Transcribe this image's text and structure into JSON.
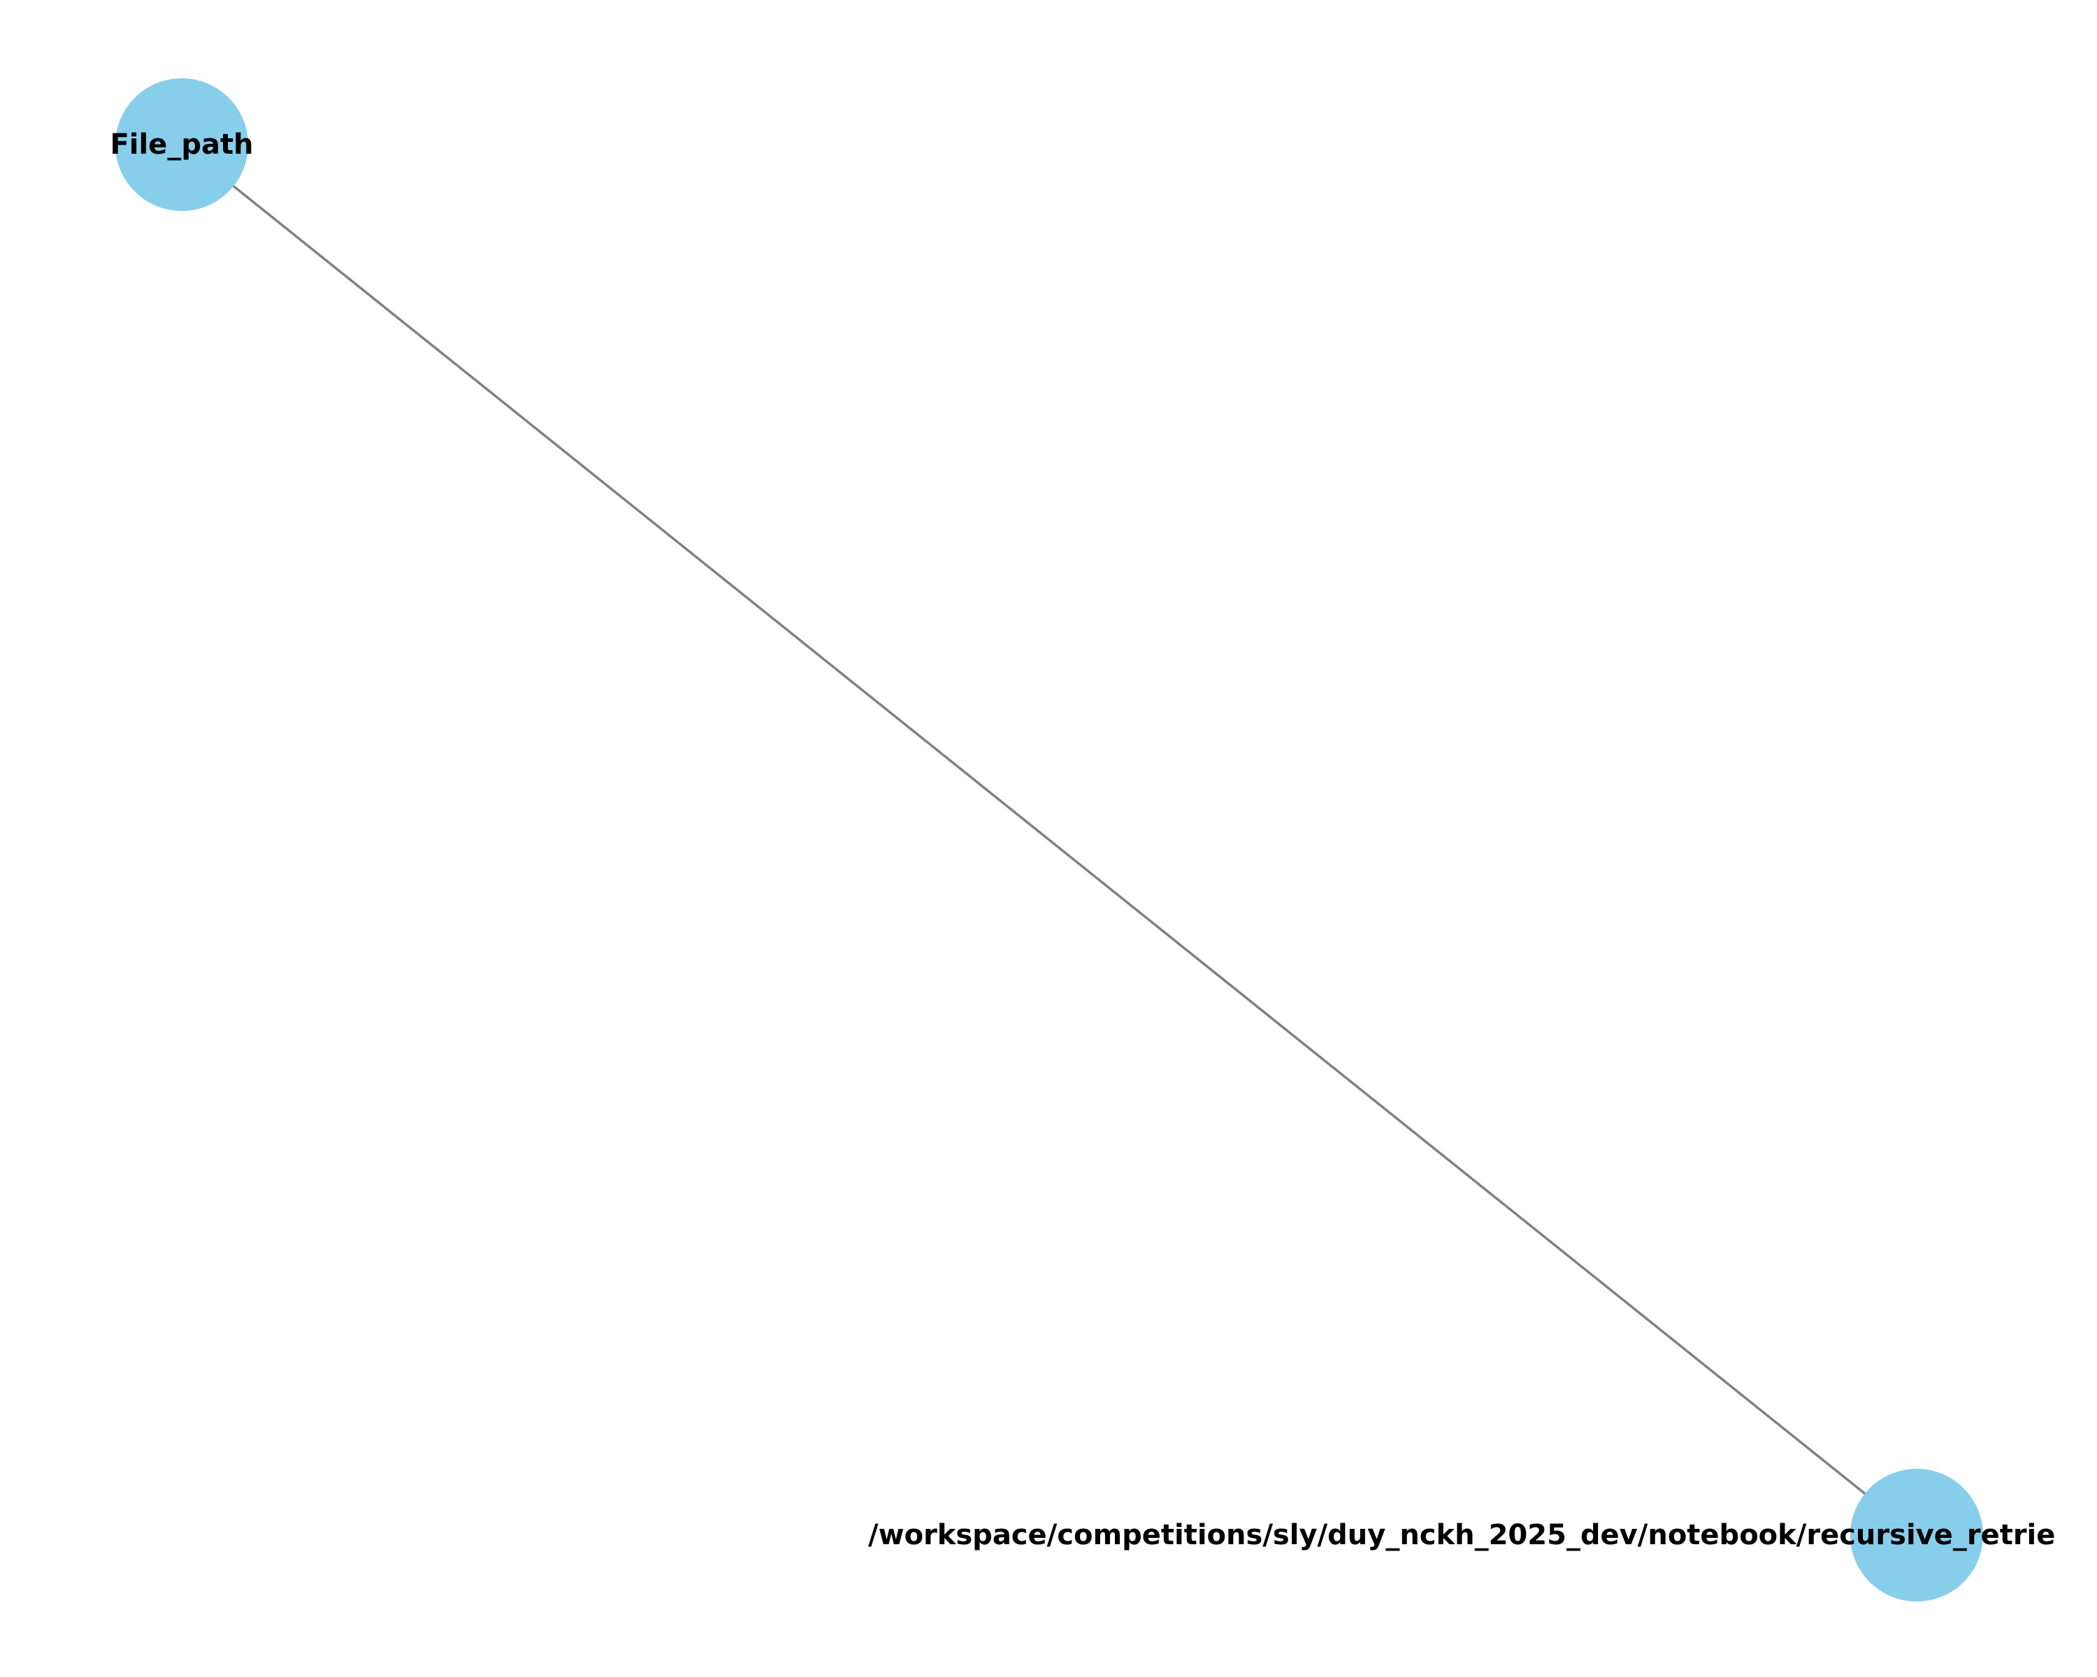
{
  "graph": {
    "colors": {
      "node_fill": "#87ceeb",
      "edge": "#808080",
      "label": "#000000",
      "background": "#ffffff"
    },
    "nodes": [
      {
        "id": "file-path",
        "label": "File_path"
      },
      {
        "id": "path-value",
        "label": "/workspace/competitions/sly/duy_nckh_2025_dev/notebook/recursive_retrie"
      }
    ],
    "edges": [
      {
        "source": "file-path",
        "target": "path-value"
      }
    ]
  }
}
